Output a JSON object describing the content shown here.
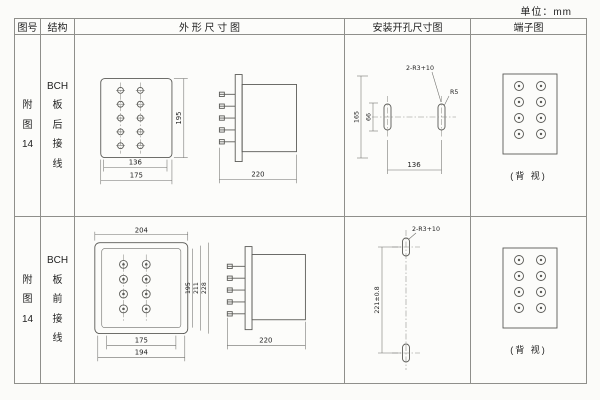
{
  "unit_label": "单位：mm",
  "header": {
    "fig_no": "图号",
    "structure": "结构",
    "outline": "外 形 尺 寸 图",
    "mounting": "安装开孔尺寸图",
    "terminal": "端子图"
  },
  "rows": [
    {
      "fig_no": "附\n图\n14",
      "structure": "BCH\n板\n后\n接\n线",
      "outline_dims": {
        "w_inner": "136",
        "w_outer": "175",
        "h": "195",
        "depth": "220"
      },
      "mounting_dims": {
        "slot_label": "2-R3+10",
        "r_label": "R5",
        "h_outer": "165",
        "h_inner": "66",
        "w": "136"
      },
      "terminal_caption": "(背 视)"
    },
    {
      "fig_no": "附\n图\n14",
      "structure": "BCH\n板\n前\n接\n线",
      "outline_dims": {
        "w_top": "204",
        "h1": "195",
        "h2": "211",
        "h3": "228",
        "w_inner": "175",
        "w_outer": "194",
        "depth": "220"
      },
      "mounting_dims": {
        "slot_label": "2-R3+10",
        "h": "221±0.8"
      },
      "terminal_caption": "(背 视)"
    }
  ]
}
